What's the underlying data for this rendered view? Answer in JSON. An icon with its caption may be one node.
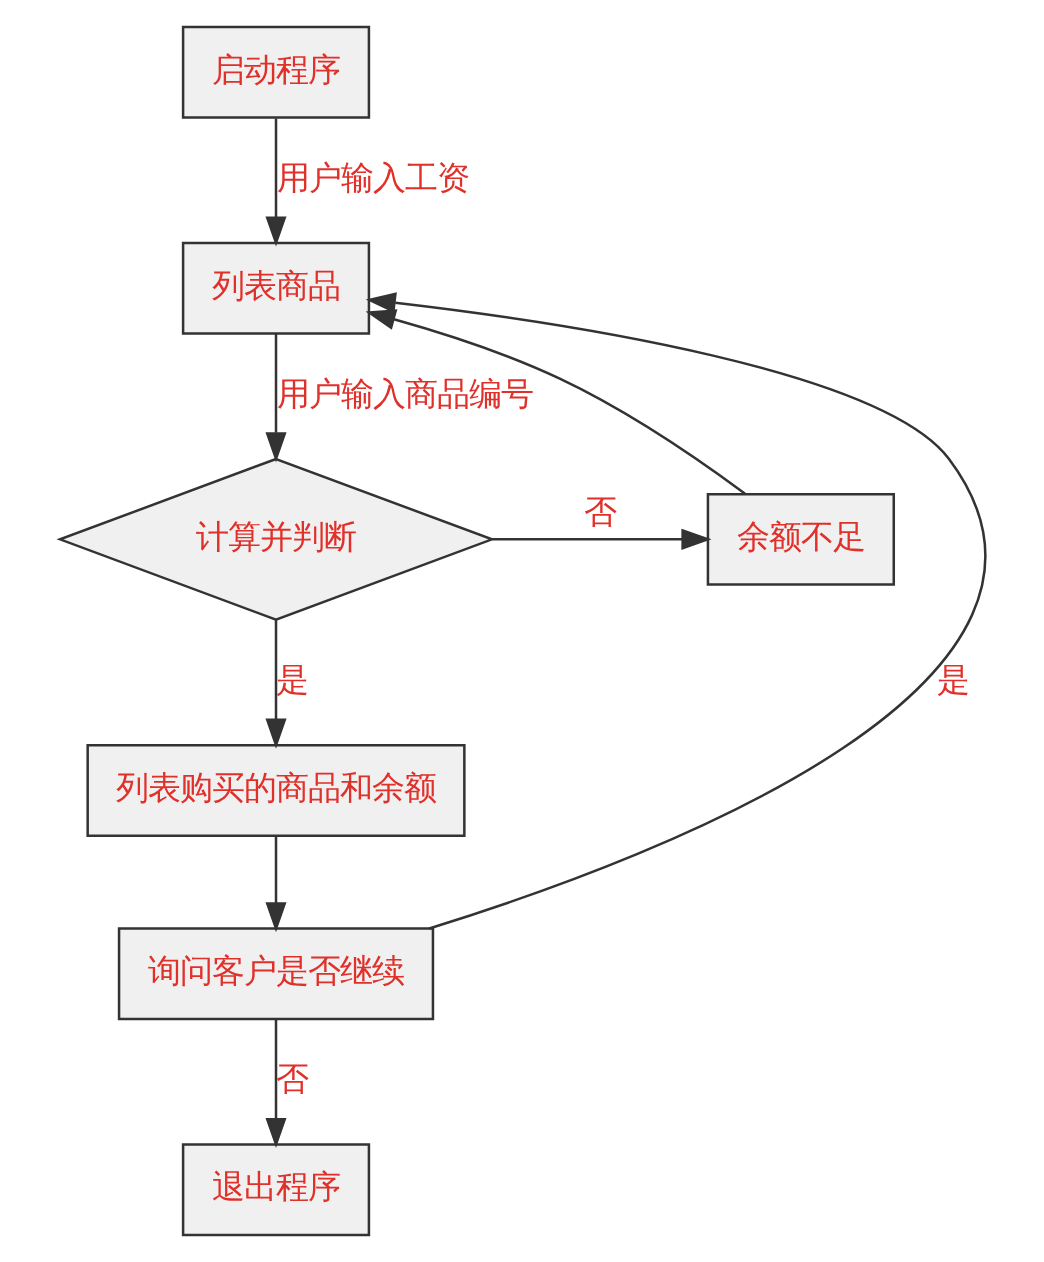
{
  "diagram": {
    "nodes": [
      {
        "text": [
          "启动程序"
        ]
      },
      {
        "text": [
          "列表商品"
        ]
      },
      {
        "text": [
          "计算并判断"
        ]
      },
      {
        "text": [
          "余额不足"
        ]
      },
      {
        "text": [
          "列表购买的商品和余额"
        ]
      },
      {
        "text": [
          "询问客户是否继续"
        ]
      },
      {
        "text": [
          "退出程序"
        ]
      }
    ],
    "edges": [
      {
        "from": 0,
        "to": 1,
        "arrow": "to",
        "label": "用户输入工资"
      },
      {
        "from": 1,
        "to": 2,
        "arrow": "to",
        "label": "用户输入商品编号"
      },
      {
        "from": 2,
        "to": 3,
        "arrow": "to",
        "label": "否"
      },
      {
        "from": 3,
        "to": 1,
        "arrow": "to"
      },
      {
        "from": 2,
        "to": 4,
        "arrow": "to",
        "label": "是"
      },
      {
        "from": 4,
        "to": 5,
        "arrow": "to"
      },
      {
        "from": 5,
        "to": 1,
        "arrow": "to",
        "label": "是"
      },
      {
        "from": 5,
        "to": 6,
        "arrow": "to",
        "label": "否"
      }
    ]
  }
}
